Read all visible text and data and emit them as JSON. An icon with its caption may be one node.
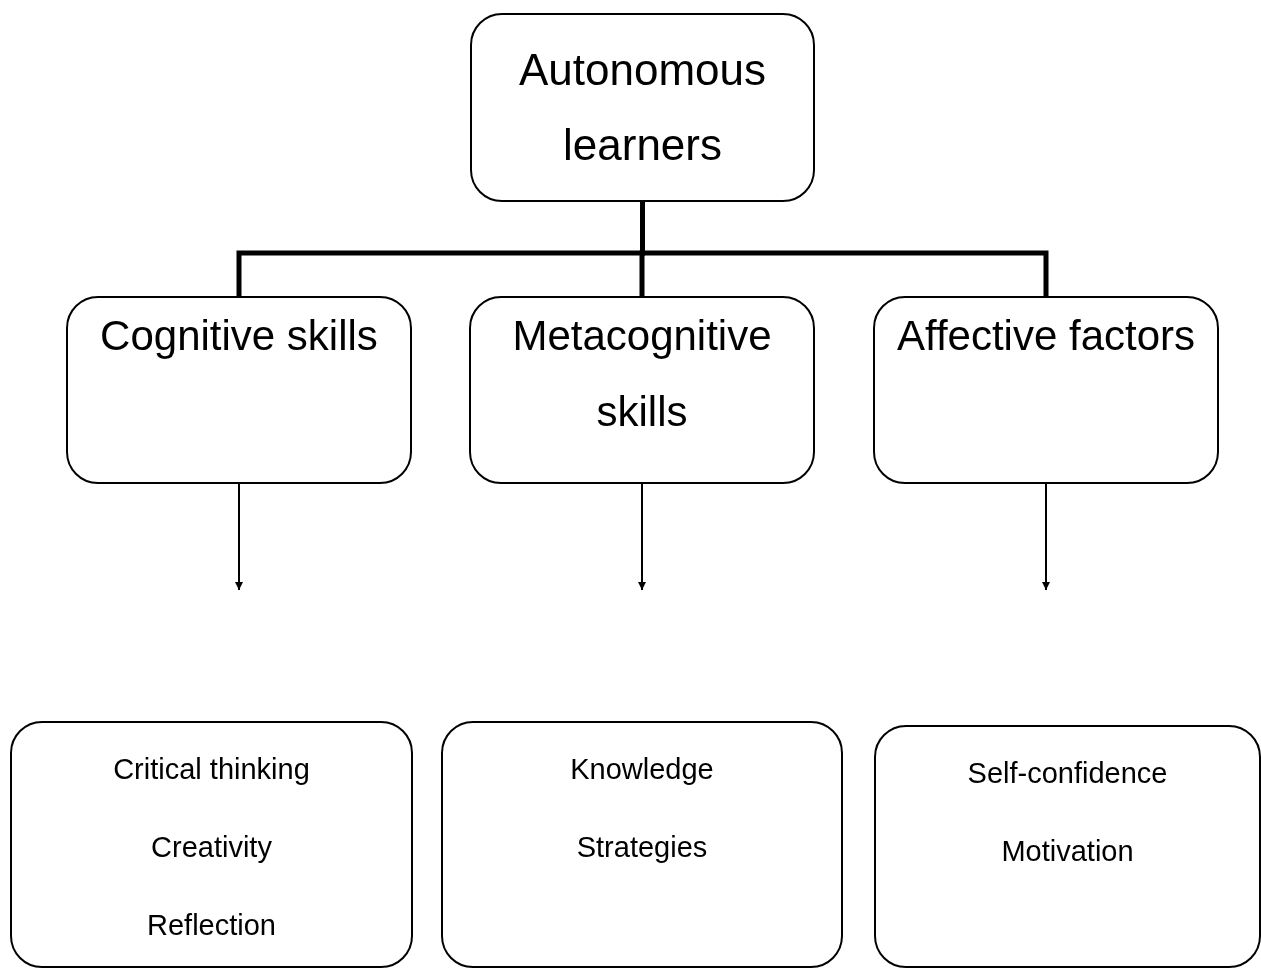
{
  "diagram": {
    "nodes": [
      {
        "text": [
          "Autonomous learners"
        ]
      },
      {
        "text": [
          "Cognitive skills"
        ]
      },
      {
        "text": [
          "Metacognitive skills"
        ]
      },
      {
        "text": [
          "Affective factors"
        ]
      },
      {
        "text": [
          "Critical thinking",
          "Creativity",
          "Reflection"
        ]
      },
      {
        "text": [
          "Knowledge",
          "Strategies"
        ]
      },
      {
        "text": [
          "Self-confidence",
          "Motivation"
        ]
      }
    ],
    "edges": [
      {
        "from": 0,
        "to": 1,
        "arrow": "none",
        "style": "thick"
      },
      {
        "from": 0,
        "to": 2,
        "arrow": "none",
        "style": "thick"
      },
      {
        "from": 0,
        "to": 3,
        "arrow": "none",
        "style": "thick"
      },
      {
        "from": 1,
        "to": null,
        "arrow": "to"
      },
      {
        "from": 2,
        "to": null,
        "arrow": "to"
      },
      {
        "from": 3,
        "to": null,
        "arrow": "to"
      }
    ]
  }
}
